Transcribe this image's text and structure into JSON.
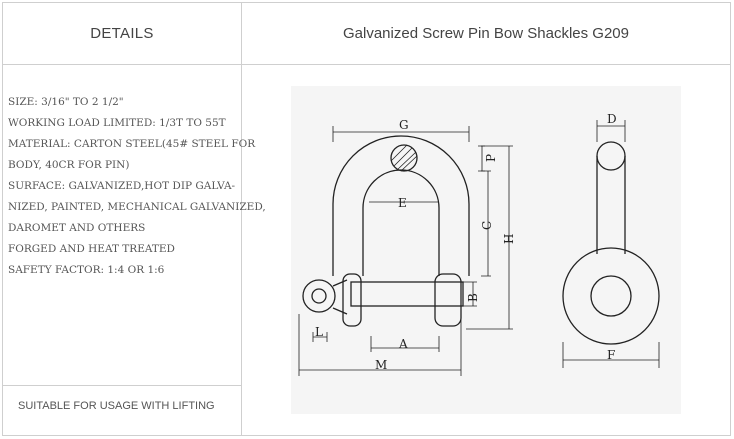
{
  "header": {
    "details_label": "DETAILS",
    "product_title": "Galvanized Screw Pin Bow Shackles G209"
  },
  "details_lines": [
    "SIZE: 3/16\" TO 2 1/2\"",
    "WORKING LOAD LIMITED: 1/3T TO 55T",
    "MATERIAL: CARTON STEEL(45# STEEL FOR",
    "BODY, 40CR FOR PIN)",
    "SURFACE: GALVANIZED,HOT    DIP GALVA-",
    "NIZED, PAINTED, MECHANICAL GALVANIZED,",
    "DAROMET AND OTHERS",
    "FORGED AND HEAT TREATED",
    "SAFETY FACTOR: 1:4 OR 1:6"
  ],
  "footer_note": "SUITABLE FOR USAGE WITH LIFTING",
  "diagram_labels": {
    "G": "G",
    "P": "P",
    "E": "E",
    "C": "C",
    "H": "H",
    "B": "B",
    "A": "A",
    "L": "L",
    "M": "M",
    "D": "D",
    "F": "F"
  }
}
